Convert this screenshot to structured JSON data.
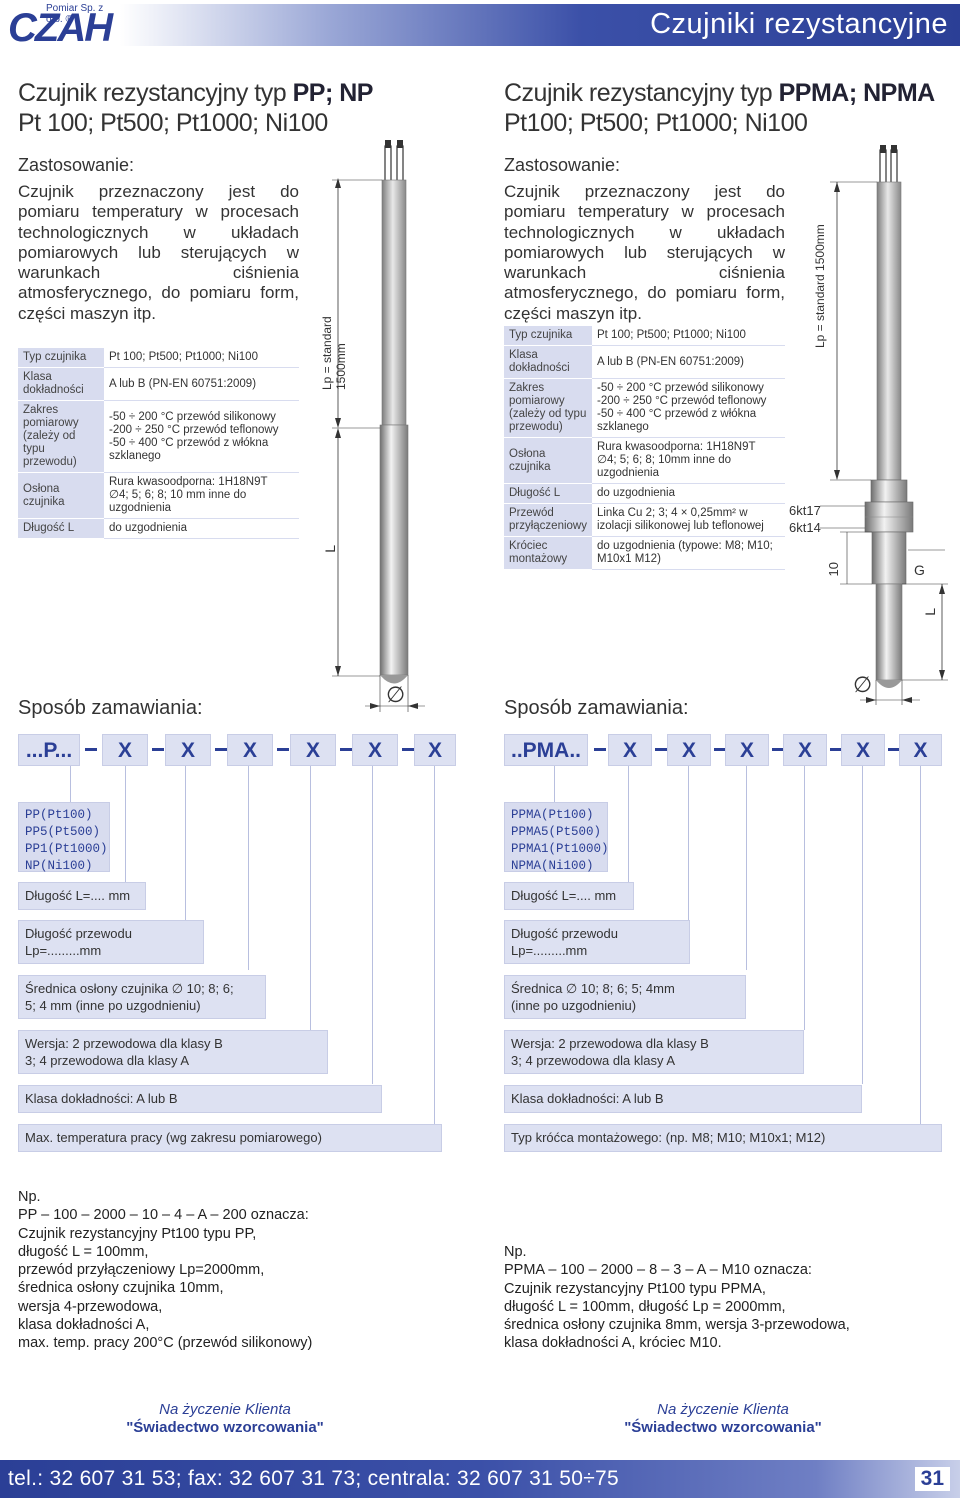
{
  "header": {
    "logo_text": "CZAH",
    "logo_sub": "Pomiar Sp. z o.o. ®",
    "title": "Czujniki rezystancyjne"
  },
  "left": {
    "title_prefix": "Czujnik rezystancyjny typ ",
    "title_types": "PP; NP",
    "title_line2": "Pt 100; Pt500; Pt1000; Ni100",
    "section": "Zastosowanie:",
    "paragraph": "Czujnik przeznaczony jest do pomiaru temperatury w procesach technologicznych w układach pomiarowych lub sterujących w warunkach ciśnienia atmosferycznego, do pomiaru form, części maszyn itp.",
    "specs": [
      {
        "k": "Typ czujnika",
        "v": "Pt 100; Pt500; Pt1000; Ni100"
      },
      {
        "k": "Klasa dokładności",
        "v": "A lub B (PN-EN 60751:2009)"
      },
      {
        "k": "Zakres pomiarowy (zależy od typu przewodu)",
        "v": "-50 ÷ 200 °C przewód silikonowy\n-200 ÷ 250 °C przewód teflonowy\n-50 ÷ 400 °C przewód z włókna szklanego"
      },
      {
        "k": "Osłona czujnika",
        "v": "Rura kwasoodporna: 1H18N9T\n∅4; 5; 6; 8; 10 mm inne do uzgodnienia"
      },
      {
        "k": "Długość L",
        "v": "do uzgodnienia"
      }
    ],
    "drawing": {
      "lp_label": "Lp = standard 1500mm",
      "l_label": "L",
      "dia_label": "∅"
    },
    "order_title": "Sposób zamawiania:",
    "order_code": [
      "...P...",
      "X",
      "X",
      "X",
      "X",
      "X",
      "X"
    ],
    "boxes": [
      "PP(Pt100)\nPP5(Pt500)\nPP1(Pt1000)\nNP(Ni100)",
      "Długość L=.... mm",
      "Długość przewodu\nLp=.........mm",
      "Średnica osłony czujnika ∅ 10; 8; 6;\n5; 4 mm (inne po uzgodnieniu)",
      "Wersja: 2 przewodowa dla klasy B\n3; 4 przewodowa dla klasy A",
      "Klasa dokładności: A lub B",
      "Max. temperatura pracy (wg zakresu pomiarowego)"
    ],
    "example": "Np.\nPP – 100 – 2000 – 10 – 4 – A – 200 oznacza:\nCzujnik rezystancyjny Pt100 typu PP,\ndługość L = 100mm,\nprzewód przyłączeniowy Lp=2000mm,\nśrednica osłony czujnika 10mm,\nwersja 4-przewodowa,\nklasa dokładności A,\nmax. temp. pracy 200°C (przewód silikonowy)",
    "request_a": "Na życzenie Klienta",
    "request_b": "\"Świadectwo wzorcowania\""
  },
  "right": {
    "title_prefix": "Czujnik rezystancyjny typ ",
    "title_types": "PPMA; NPMA",
    "title_line2": "Pt100; Pt500; Pt1000; Ni100",
    "section": "Zastosowanie:",
    "paragraph": "Czujnik przeznaczony jest do pomiaru temperatury w procesach technologicznych w układach pomiarowych lub sterujących w warunkach ciśnienia atmosferycznego, do pomiaru form, części maszyn itp.",
    "specs": [
      {
        "k": "Typ czujnika",
        "v": "Pt 100; Pt500; Pt1000; Ni100"
      },
      {
        "k": "Klasa dokładności",
        "v": "A lub B (PN-EN 60751:2009)"
      },
      {
        "k": "Zakres pomiarowy (zależy od typu przewodu)",
        "v": "-50 ÷ 200 °C przewód silikonowy\n-200 ÷ 250 °C przewód teflonowy\n-50 ÷ 400 °C przewód z włókna szklanego"
      },
      {
        "k": "Osłona czujnika",
        "v": "Rura kwasoodporna: 1H18N9T\n∅4; 5; 6; 8; 10mm inne do uzgodnienia"
      },
      {
        "k": "Długość L",
        "v": "do uzgodnienia"
      },
      {
        "k": "Przewód przyłączeniowy",
        "v": "Linka Cu 2; 3; 4 × 0,25mm² w izolacji silikonowej lub teflonowej"
      },
      {
        "k": "Króciec montażowy",
        "v": "do uzgodnienia (typowe: M8; M10; M10x1 M12)"
      }
    ],
    "drawing": {
      "lp_label": "Lp = standard 1500mm",
      "hex1": "6kt17",
      "hex2": "6kt14",
      "ten": "10",
      "g": "G",
      "l_label": "L",
      "dia_label": "∅"
    },
    "order_title": "Sposób zamawiania:",
    "order_code": [
      "..PMA..",
      "X",
      "X",
      "X",
      "X",
      "X",
      "X"
    ],
    "boxes": [
      "PPMA(Pt100)\nPPMA5(Pt500)\nPPMA1(Pt1000)\nNPMA(Ni100)",
      "Długość L=.... mm",
      "Długość przewodu\nLp=.........mm",
      "Średnica ∅ 10; 8; 6; 5; 4mm\n(inne po uzgodnieniu)",
      "Wersja: 2 przewodowa dla klasy B\n3; 4 przewodowa dla klasy A",
      "Klasa dokładności: A lub B",
      "Typ króćca montażowego: (np. M8; M10; M10x1; M12)"
    ],
    "example": "Np.\nPPMA – 100 – 2000 – 8 – 3 – A – M10 oznacza:\nCzujnik rezystancyjny Pt100 typu PPMA,\ndługość L = 100mm, długość Lp = 2000mm,\nśrednica osłony czujnika 8mm, wersja 3-przewodowa,\nklasa dokładności A, króciec M10.",
    "request_a": "Na życzenie Klienta",
    "request_b": "\"Świadectwo wzorcowania\""
  },
  "footer": {
    "contact": "tel.: 32 607 31 53; fax: 32 607 31 73; centrala: 32 607 31 50÷75",
    "page": "31"
  },
  "colors": {
    "brand": "#2b3f96",
    "box_fill": "#dde1f2",
    "label_fill": "#d8dcef"
  }
}
